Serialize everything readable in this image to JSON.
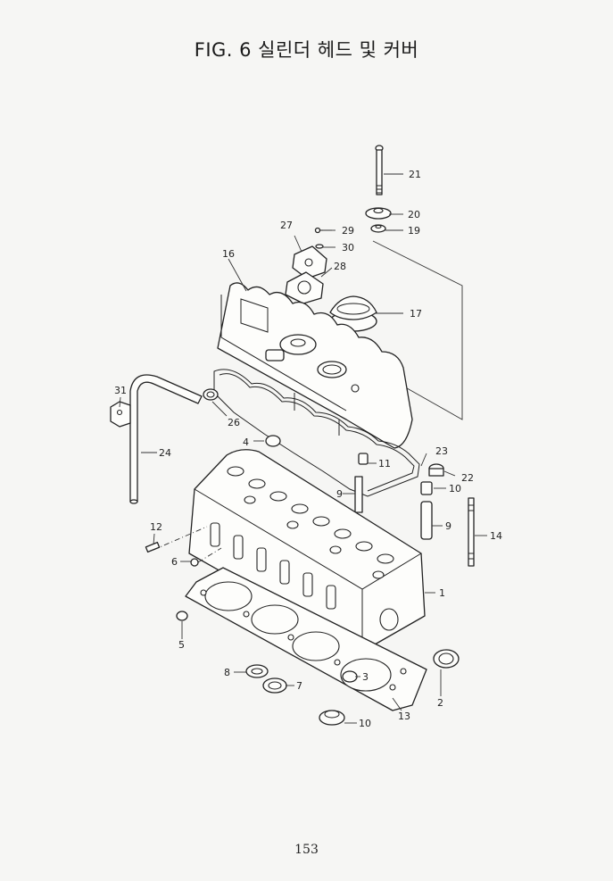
{
  "title": "FIG. 6 실린더 헤드 및 커버",
  "page_number": "153",
  "callouts": {
    "p1": "1",
    "p2": "2",
    "p3": "3",
    "p4": "4",
    "p5": "5",
    "p6": "6",
    "p7": "7",
    "p8": "8",
    "p9a": "9",
    "p9b": "9",
    "p10a": "10",
    "p10b": "10",
    "p11": "11",
    "p12": "12",
    "p13": "13",
    "p14": "14",
    "p16": "16",
    "p17": "17",
    "p19": "19",
    "p20": "20",
    "p21": "21",
    "p22": "22",
    "p23": "23",
    "p24": "24",
    "p26": "26",
    "p27": "27",
    "p28": "28",
    "p29": "29",
    "p30": "30",
    "p31": "31"
  }
}
